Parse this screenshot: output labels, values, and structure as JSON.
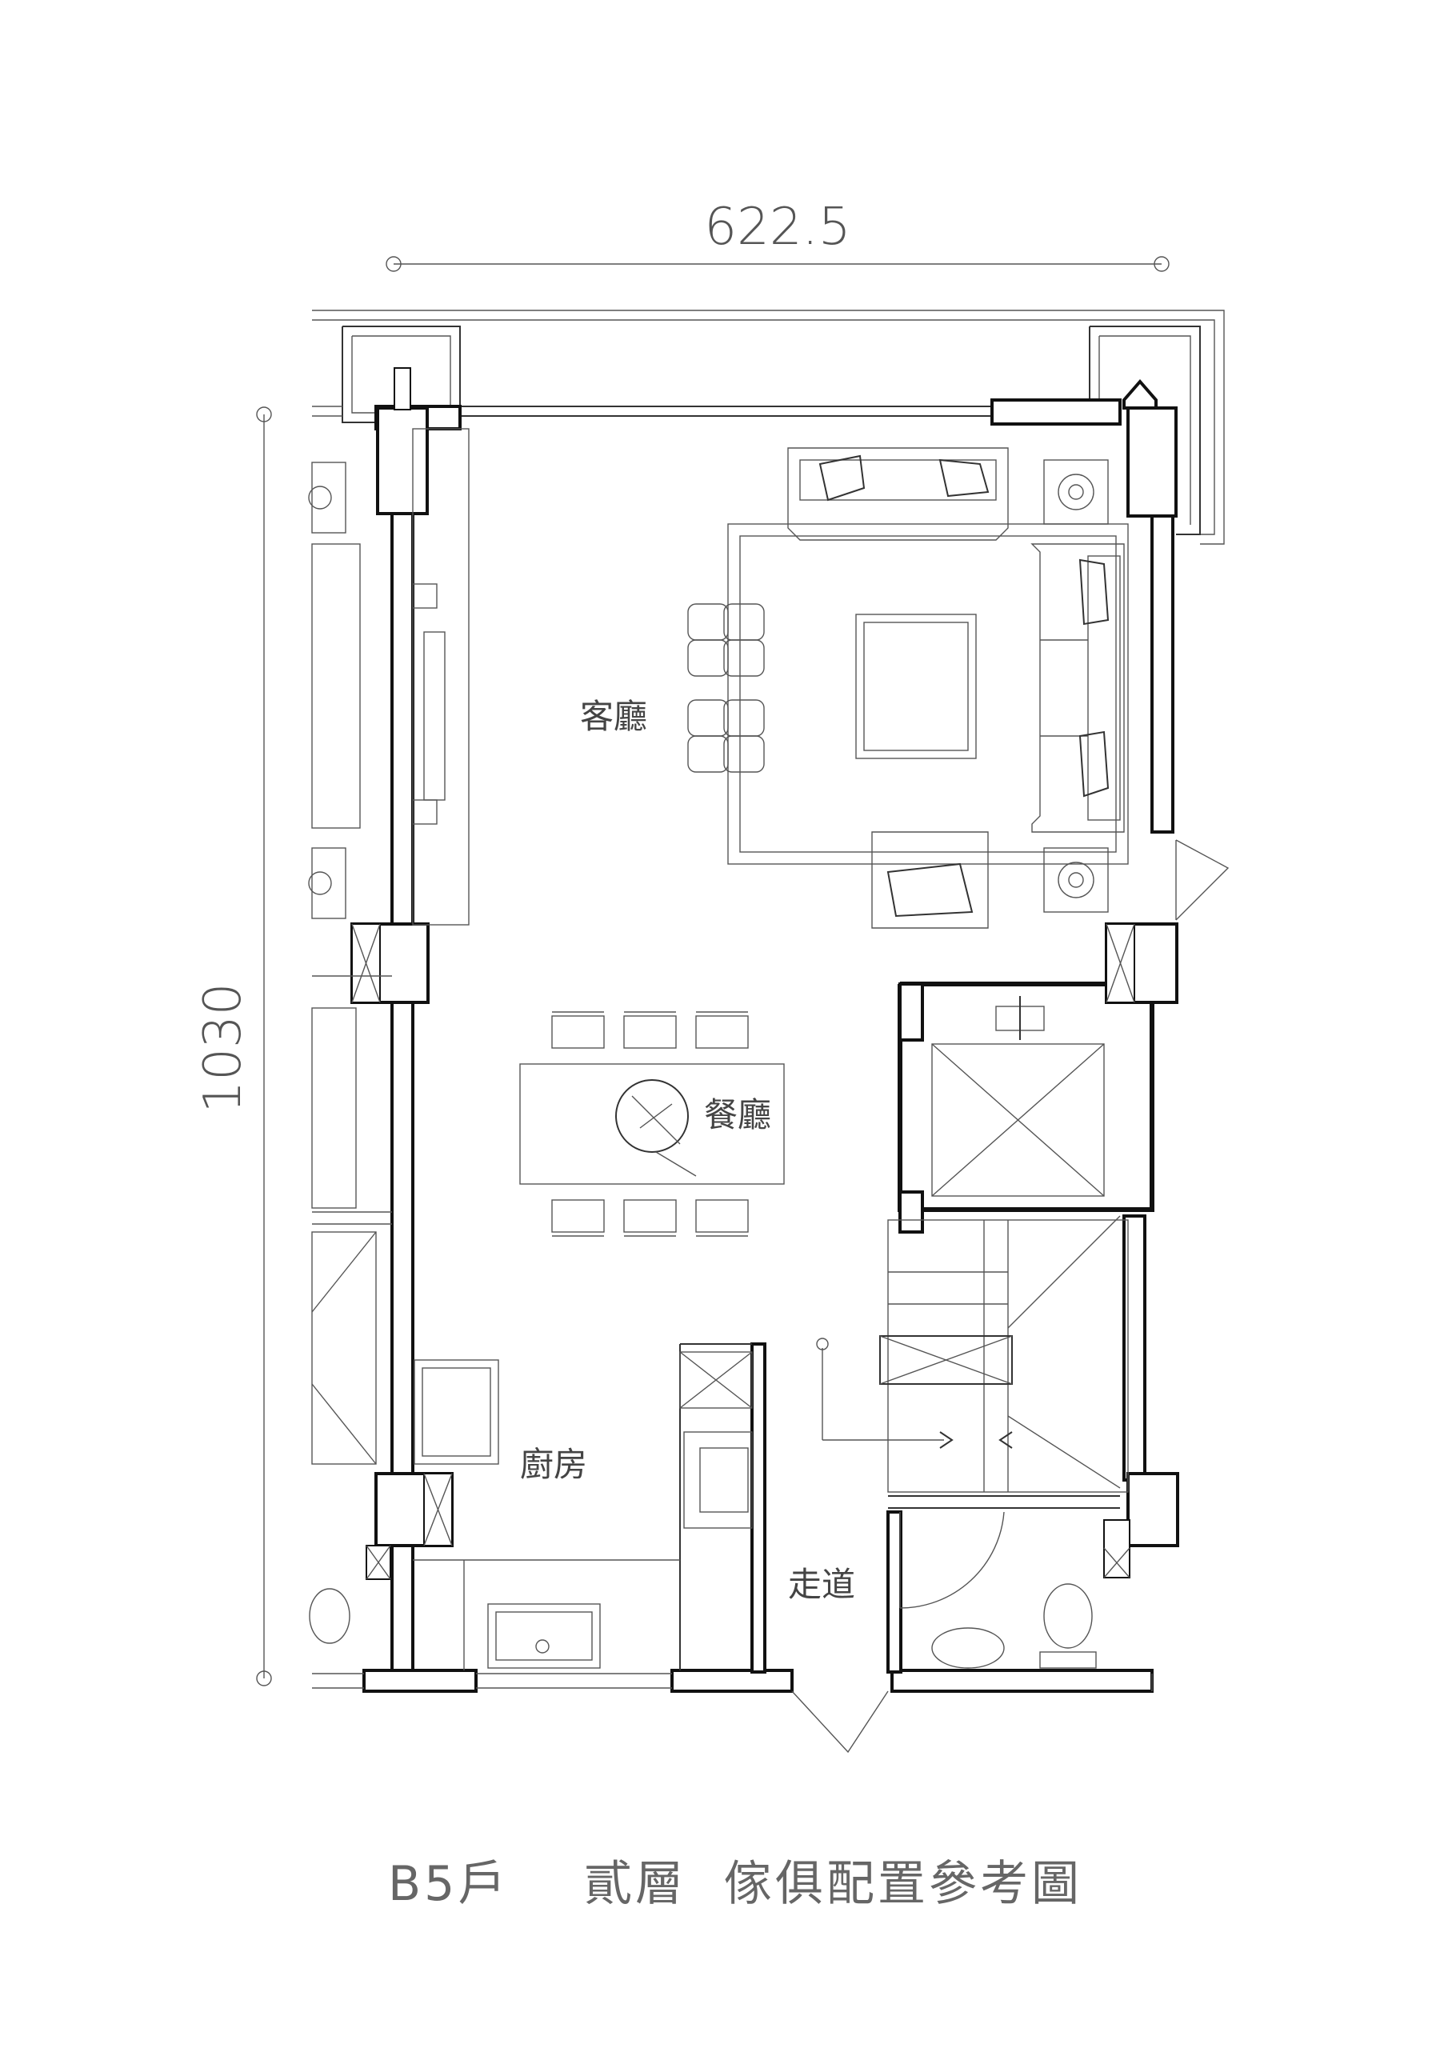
{
  "dimensions": {
    "width_label": "622.5",
    "height_label": "1030"
  },
  "rooms": {
    "living_room": "客廳",
    "dining_room": "餐廳",
    "kitchen": "廚房",
    "corridor": "走道"
  },
  "caption": {
    "unit": "B5戶",
    "floor": "貳層",
    "title": "傢俱配置參考圖"
  }
}
